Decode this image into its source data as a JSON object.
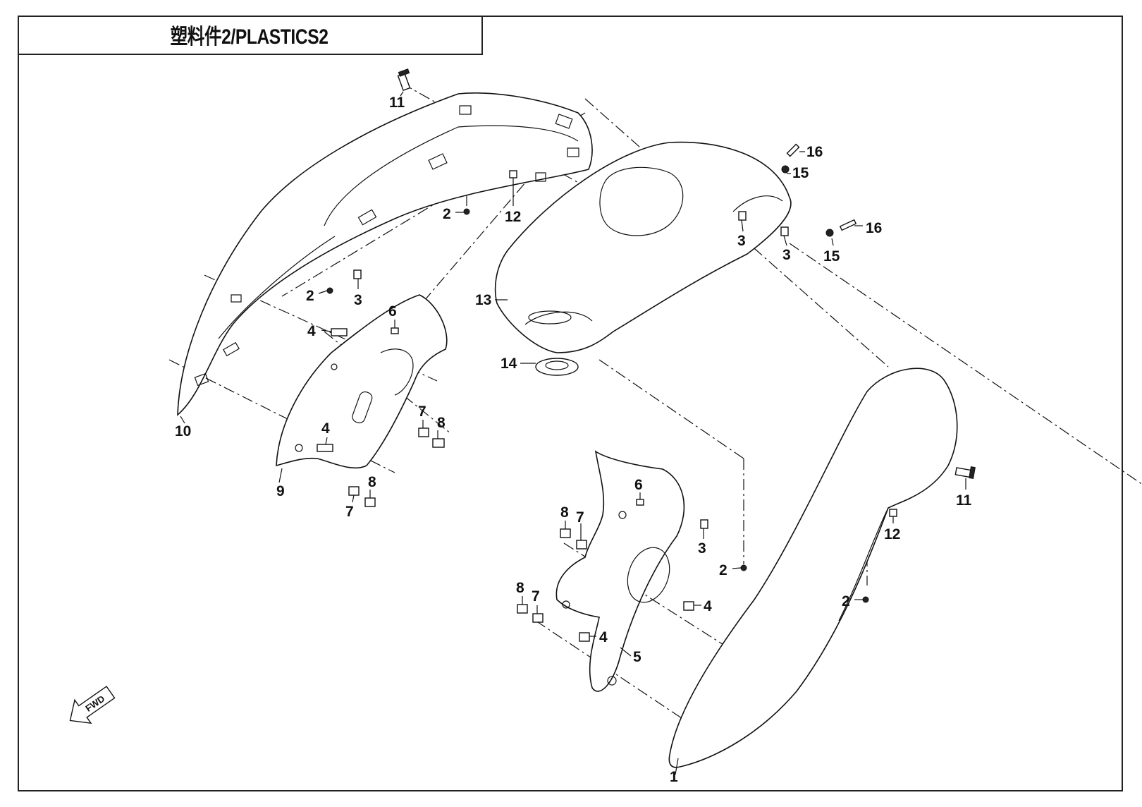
{
  "title": "塑料件2/PLASTICS2",
  "fwd_label": "FWD",
  "callouts": [
    {
      "label": "1"
    },
    {
      "label": "2"
    },
    {
      "label": "2"
    },
    {
      "label": "2"
    },
    {
      "label": "2"
    },
    {
      "label": "3"
    },
    {
      "label": "3"
    },
    {
      "label": "3"
    },
    {
      "label": "3"
    },
    {
      "label": "4"
    },
    {
      "label": "4"
    },
    {
      "label": "4"
    },
    {
      "label": "4"
    },
    {
      "label": "5"
    },
    {
      "label": "6"
    },
    {
      "label": "6"
    },
    {
      "label": "7"
    },
    {
      "label": "7"
    },
    {
      "label": "7"
    },
    {
      "label": "7"
    },
    {
      "label": "8"
    },
    {
      "label": "8"
    },
    {
      "label": "8"
    },
    {
      "label": "8"
    },
    {
      "label": "9"
    },
    {
      "label": "10"
    },
    {
      "label": "11"
    },
    {
      "label": "11"
    },
    {
      "label": "12"
    },
    {
      "label": "12"
    },
    {
      "label": "13"
    },
    {
      "label": "14"
    },
    {
      "label": "15"
    },
    {
      "label": "15"
    },
    {
      "label": "16"
    },
    {
      "label": "16"
    }
  ]
}
